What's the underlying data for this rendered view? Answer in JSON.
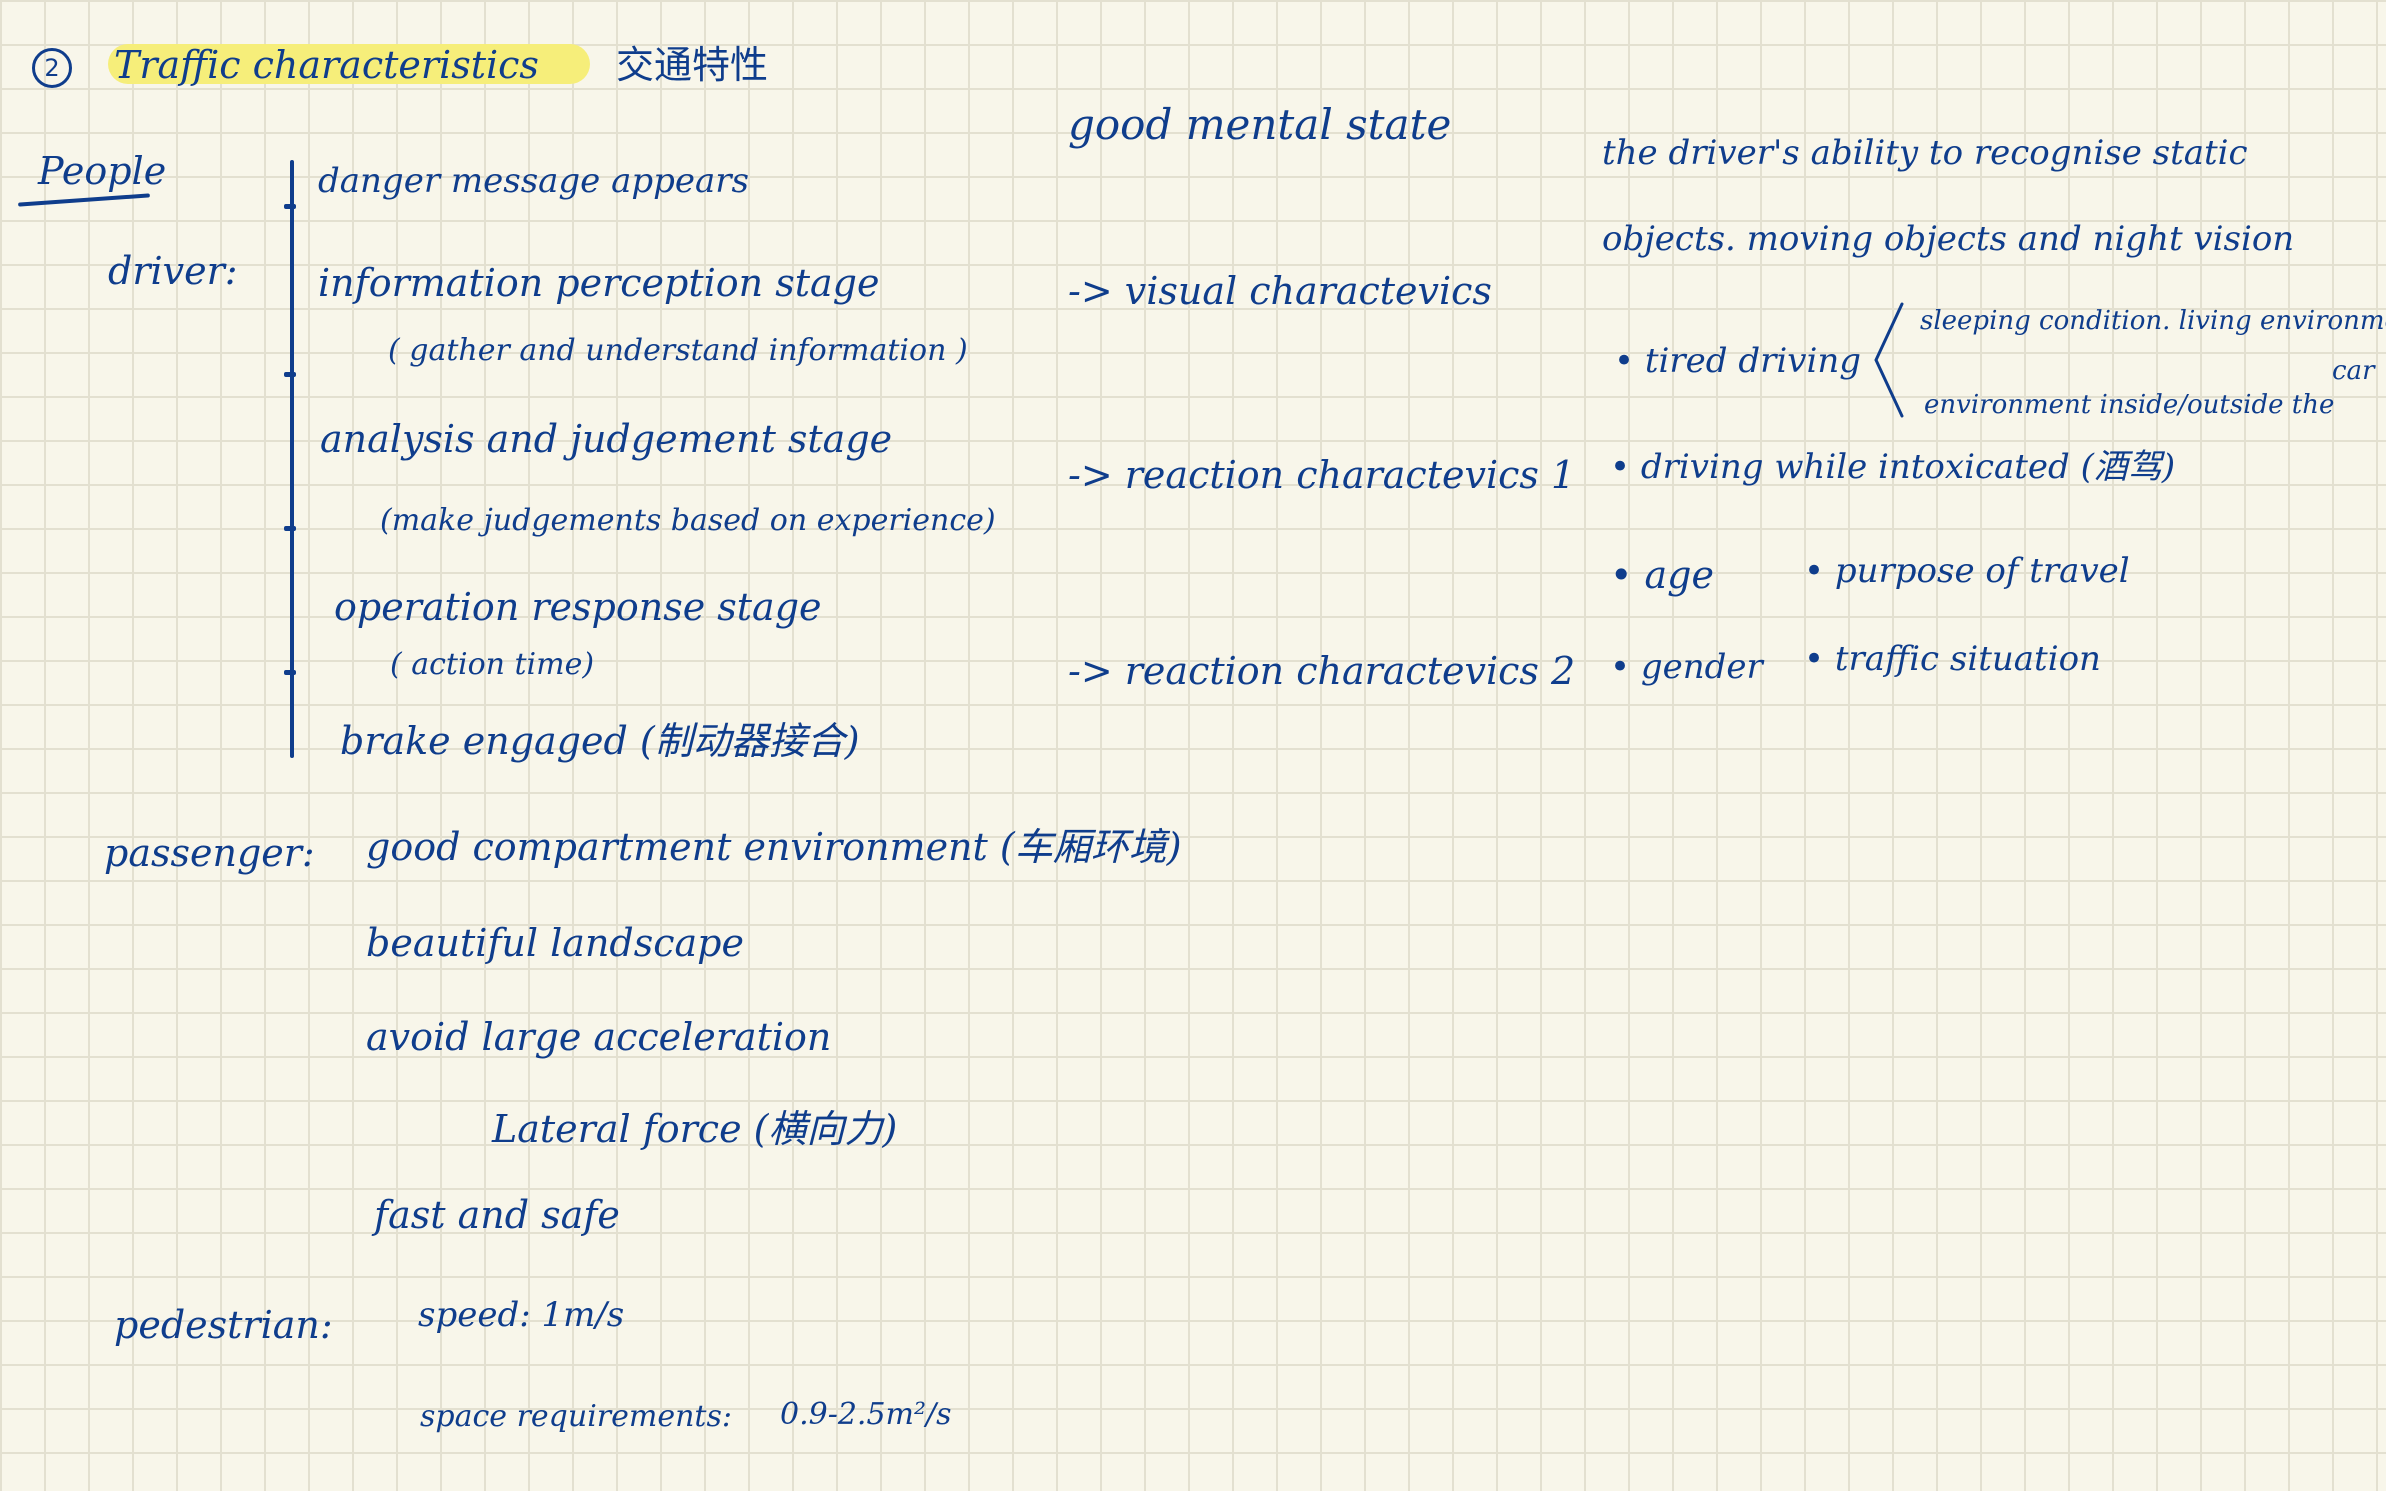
{
  "title": {
    "number": "2",
    "text": "Traffic characteristics",
    "chinese": "交通特性"
  },
  "people": {
    "heading": "People",
    "driver_label": "driver:",
    "stages": [
      "danger message appears",
      "information perception stage",
      "( gather and understand information )",
      "analysis and judgement stage",
      "(make judgements based on experience)",
      "operation response stage",
      "( action time)",
      "brake engaged (制动器接合)"
    ],
    "good_mental_state": "good mental state",
    "arrows": [
      "-> visual charactevics",
      "-> reaction charactevics 1",
      "-> reaction charactevics 2"
    ],
    "visual_note_line1": "the driver's ability to recognise static",
    "visual_note_line2": "objects. moving objects and night vision",
    "tired_driving": "tired driving",
    "tired_sub1": "sleeping condition. living environment",
    "tired_sub2_extra": "car",
    "tired_sub2": "environment inside/outside the",
    "intoxicated": "driving while intoxicated (酒驾)",
    "age": "age",
    "purpose": "purpose of travel",
    "gender": "gender",
    "traffic_situation": "traffic situation"
  },
  "passenger": {
    "label": "passenger:",
    "items": [
      "good compartment environment (车厢环境)",
      "beautiful landscape",
      "avoid large acceleration",
      "Lateral force (横向力)",
      "fast and safe"
    ]
  },
  "pedestrian": {
    "label": "pedestrian:",
    "speed": "speed: 1m/s",
    "space": "space requirements:",
    "space_value": "0.9-2.5m²/s"
  },
  "colors": {
    "ink": "#0f3d8c",
    "highlight": "#f6ee7a",
    "paper": "#f8f6ea",
    "grid": "#e3e0d0"
  }
}
